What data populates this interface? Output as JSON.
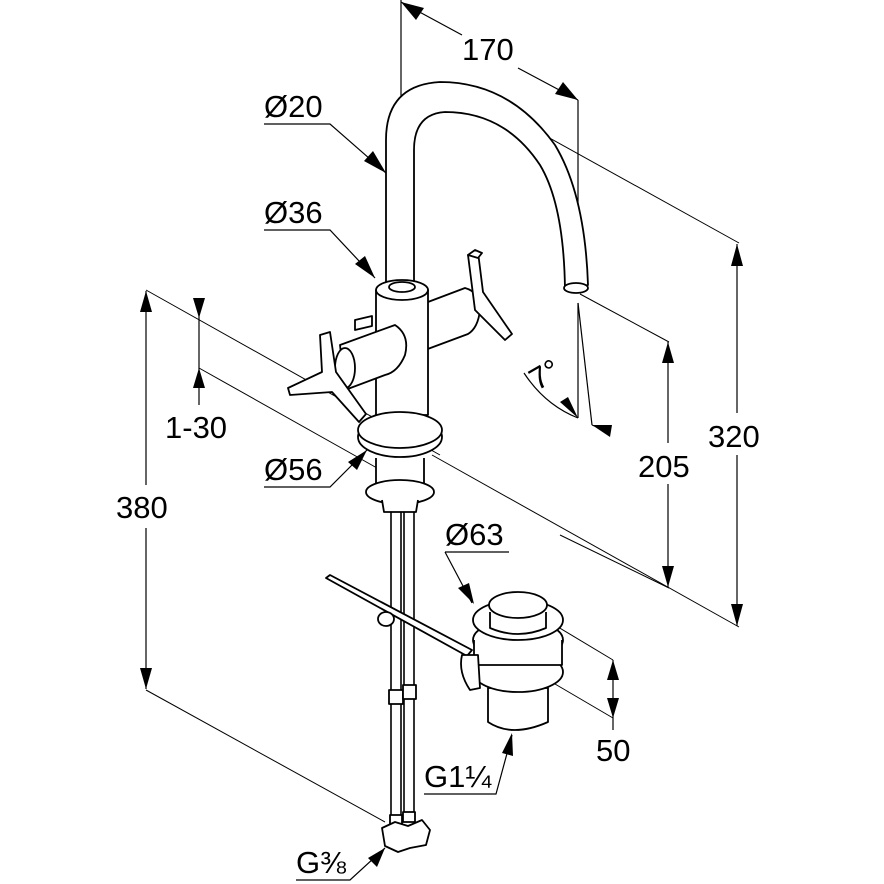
{
  "drawing": {
    "title": "Basin mixer technical dimension drawing",
    "colors": {
      "line": "#000000",
      "background": "#ffffff"
    },
    "dimensions": {
      "spout_reach": "170",
      "spout_diameter": "Ø20",
      "body_diameter": "Ø36",
      "escutcheon_diameter": "Ø56",
      "mounting_range": "1-30",
      "total_height": "380",
      "spout_tilt_angle": "7°",
      "outlet_height": "205",
      "overall_height": "320",
      "waste_diameter": "Ø63",
      "waste_height": "50",
      "waste_thread": "G1¼",
      "connection_thread": "G⅜"
    }
  }
}
